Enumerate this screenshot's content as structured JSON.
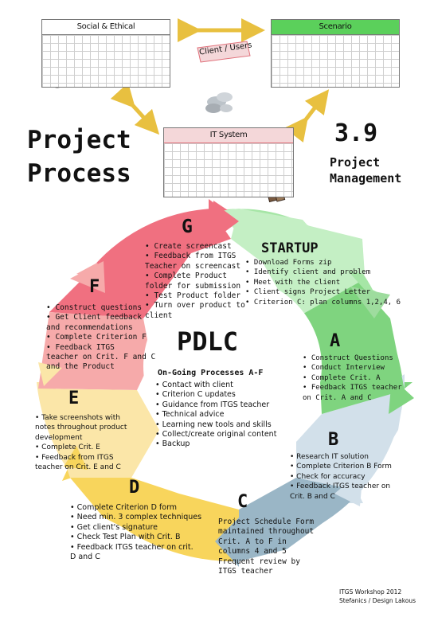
{
  "boxes": {
    "social": "Social & Ethical",
    "scenario": "Scenario",
    "it_system": "IT System",
    "client": "Client / Users"
  },
  "title": {
    "line1": "Project",
    "line2": "Process"
  },
  "section": {
    "number": "3.9",
    "line1": "Project",
    "line2": "Management"
  },
  "center": "PDLC",
  "stages": {
    "g": "G",
    "f": "F",
    "e": "E",
    "d": "D",
    "c": "C",
    "b": "B",
    "a": "A",
    "startup": "STARTUP"
  },
  "text": {
    "g": [
      "• Create screencast",
      "• Feedback from ITGS",
      "Teacher on screencast",
      "• Complete Product",
      "folder for submission",
      "• Test Product folder",
      "• Turn over product to",
      "client"
    ],
    "startup": [
      "• Download Forms zip",
      "• Identify client and problem",
      "• Meet with the client",
      "• Client signs Project Letter",
      "• Criterion C: plan columns 1,2,4, 6"
    ],
    "f": [
      "• Construct questions",
      "• Get Client feedback",
      "and recommendations",
      "• Complete Criterion F",
      "• Feedback ITGS",
      "teacher on Crit. F and C",
      "and the Product"
    ],
    "a": [
      "• Construct Questions",
      "• Conduct Interview",
      "• Complete Crit. A",
      "• Feedback ITGS teacher",
      "on Crit. A and C"
    ],
    "ongoing_title": "On-Going Processes A-F",
    "ongoing": [
      "• Contact with client",
      "• Criterion C updates",
      "• Guidance from ITGS teacher",
      "• Technical advice",
      "• Learning new tools and skills",
      "• Collect/create original content",
      "• Backup"
    ],
    "e": [
      "• Take screenshots with",
      "notes throughout product",
      "development",
      "• Complete Crit. E",
      "• Feedback from ITGS",
      "teacher on Crit. E and C"
    ],
    "b": [
      "• Research IT solution",
      "• Complete Criterion B Form",
      "• Check for accuracy",
      "• Feedback ITGS teacher on",
      "Crit. B and C"
    ],
    "d": [
      "• Complete Criterion D form",
      "• Need min. 3 complex techniques",
      "• Get client's signature",
      "• Check Test Plan with Crit. B",
      "• Feedback ITGS teacher on crit.",
      "D and C"
    ],
    "c": [
      "Project Schedule Form",
      "maintained throughout",
      "Crit. A to F in",
      "columns 4 and 5",
      "Frequent review by",
      "ITGS teacher"
    ]
  },
  "footer": {
    "line1": "ITGS Workshop 2012",
    "line2": "Stefanics  /  Design Lakous"
  },
  "colors": {
    "G": "#f07080",
    "F": "#f6aaaa",
    "E": "#fbe6a8",
    "D": "#f8d55c",
    "C": "#9ab6c6",
    "B": "#d2e0ea",
    "A": "#8fdc8f",
    "START": "#c4efc4",
    "scenario_green": "#5bd05b",
    "arrow_yellow": "#e8c040",
    "it_red": "#e0707a"
  },
  "icons": [
    "people-icon",
    "shop-icon",
    "client-users-icon",
    "server-icon"
  ]
}
